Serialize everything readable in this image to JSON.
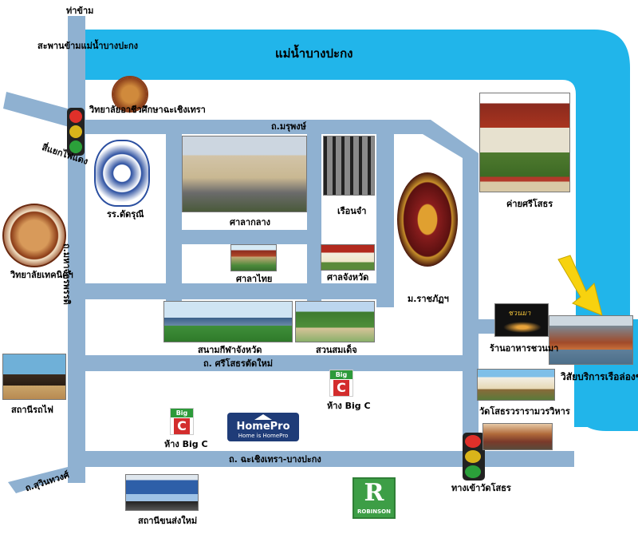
{
  "labels": {
    "tha_kham": "ท่าข้าม",
    "bridge": "สะพานข้ามแม่น้ำบางปะกง",
    "river": "แม่น้ำบางปะกง",
    "intersection": "สี่แยกไฟแดง",
    "college_ag": "วิทยาลัยอาชีวศึกษาฉะเชิงเทรา",
    "rd_maruphong": "ถ.มรุพงษ์",
    "school": "รร.ดัดรุณี",
    "court": "ศาลากลาง",
    "prison": "เรือนจำ",
    "rajabhat": "ม.ราชภัฏฯ",
    "camp": "ค่ายศรีโสธร",
    "tech_college": "วิทยาลัยเทคนิคฯ",
    "rd_maha_chakkraphat": "ถ.มหาจักรพรรดิ",
    "sala_thai": "ศาลาไทย",
    "provincial_court": "ศาลจังหวัด",
    "stadium": "สนามกีฬาจังหวัด",
    "park": "สวนสมเด็จ",
    "restaurant": "ร้านอาหารชวนมา",
    "boat_service": "วิสัยบริการเรือล่องชมวัด",
    "train_station": "สถานีรถไฟ",
    "rd_sri_sothorn": "ถ. ศรีโสธรตัดใหม่",
    "big_c_1": "ห้าง Big C",
    "big_c_2": "ห้าง Big C",
    "wat": "วัดโสธรวรารามวรวิหาร",
    "rd_chachoengsao": "ถ. ฉะเชิงเทรา-บางปะกง",
    "rd_suwinthawong": "ถ.สุวินทวงศ์",
    "bus_station": "สถานีขนส่งใหม่",
    "wat_entrance": "ทางเข้าวัดโสธร"
  },
  "logos": {
    "big_c_word": "Big",
    "big_c_letter": "C",
    "homepro_name": "HomePro",
    "homepro_slogan": "Home is HomePro",
    "robinson_letter": "R",
    "robinson_name": "ROBINSON",
    "restaurant_sign": "ชวนมา"
  },
  "colors": {
    "river": "#21b5ea",
    "road": "#8fb1d1",
    "arrow": "#f7d20f",
    "homepro": "#1f3c78",
    "robinson": "#3d9e46"
  }
}
